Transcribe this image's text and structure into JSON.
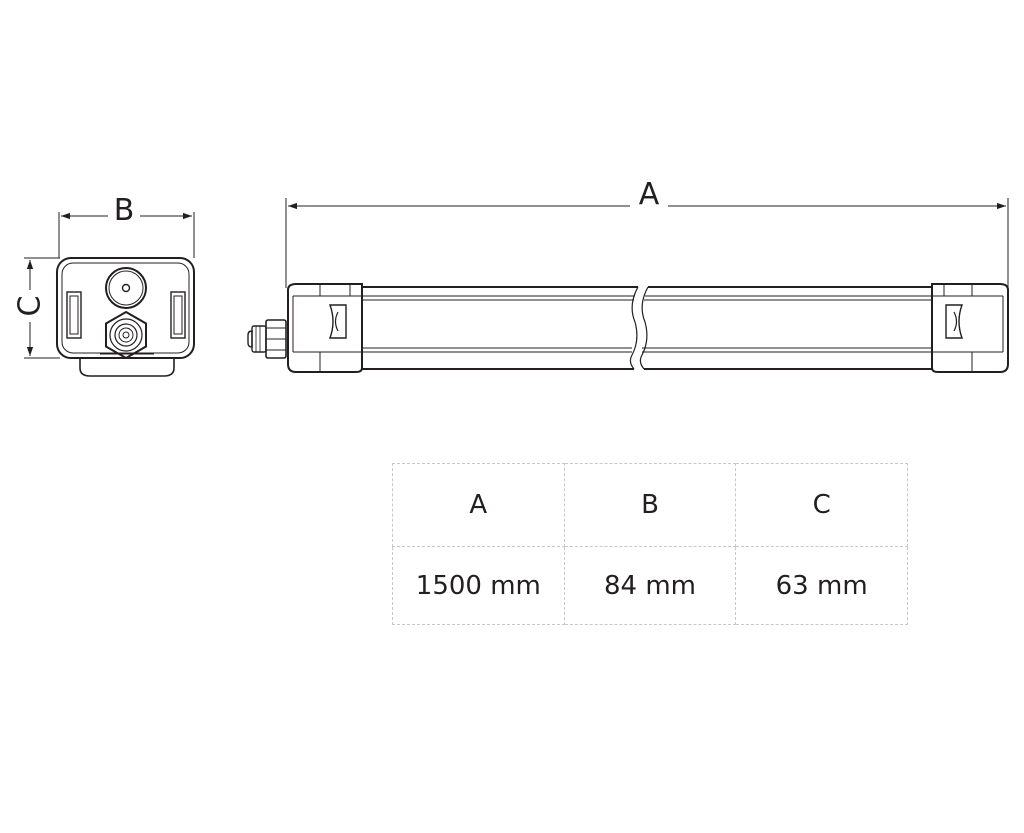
{
  "drawing": {
    "labels": {
      "a": "A",
      "b": "B",
      "c": "C"
    }
  },
  "table": {
    "headers": [
      "A",
      "B",
      "C"
    ],
    "values": [
      "1500 mm",
      "84 mm",
      "63 mm"
    ]
  }
}
